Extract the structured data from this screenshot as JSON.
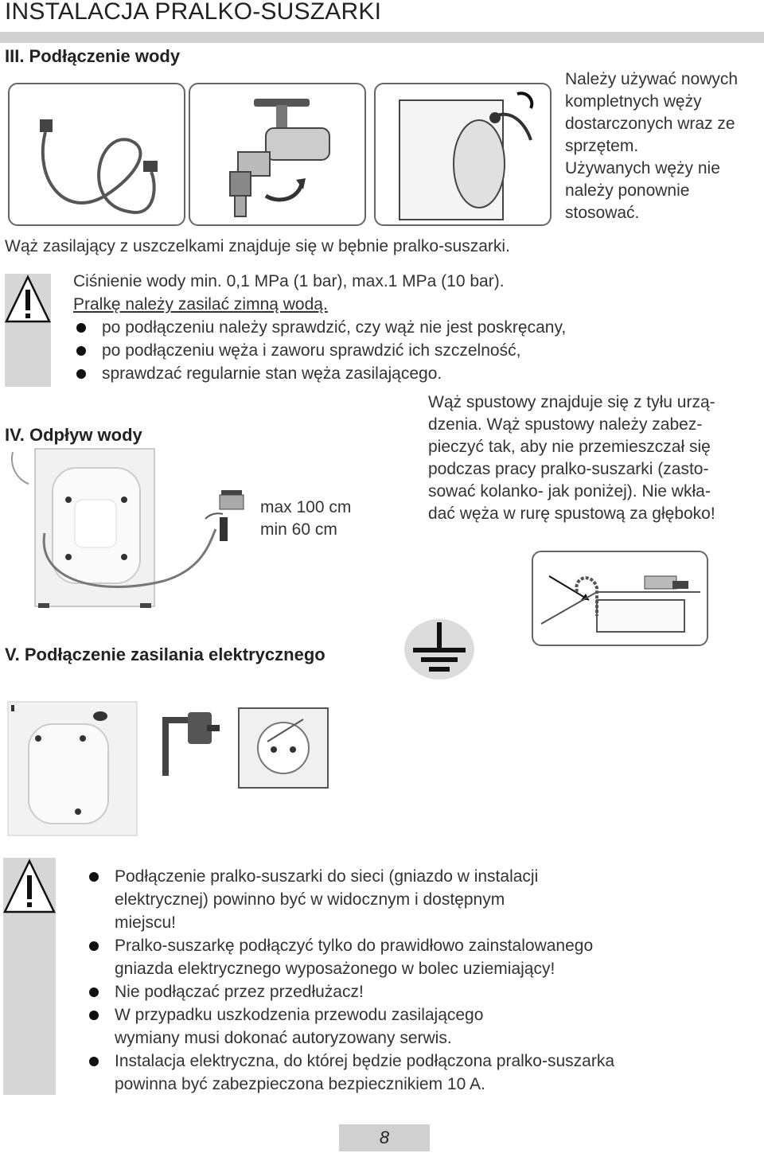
{
  "header": {
    "title": "INSTALACJA PRALKO-SUSZARKI"
  },
  "section3": {
    "heading": "III. Podłączenie wody",
    "note_lines": [
      "Należy używać nowych",
      "kompletnych węży",
      "dostarczonych wraz ze",
      "sprzętem.",
      "Używanych węży nie",
      "należy ponownie",
      "stosować."
    ],
    "caption": "Wąż zasilający z uszczelkami znajduje się w bębnie pralko-suszarki.",
    "pressure": "Ciśnienie wody min. 0,1 MPa (1 bar), max.1 MPa (10 bar).",
    "cold_water": "Pralkę należy zasilać zimną wodą.",
    "bullets": [
      "po podłączeniu należy sprawdzić, czy wąż nie jest poskręcany,",
      "po podłączeniu węża i zaworu sprawdzić ich szczelność,",
      "sprawdzać regularnie stan węża zasilającego."
    ]
  },
  "section4": {
    "heading": "IV. Odpływ wody",
    "max_height": "max 100 cm",
    "min_height": "min 60 cm",
    "drain_lines": [
      "Wąż spustowy znajduje się z tyłu urzą-",
      "dzenia. Wąż spustowy należy zabez-",
      "pieczyć tak, aby nie przemieszczał się",
      "podczas pracy pralko-suszarki (zasto-",
      "sować kolanko- jak poniżej). Nie wkła-",
      "dać węża w rurę spustową za głęboko!"
    ]
  },
  "section5": {
    "heading": "V. Podłączenie zasilania elektrycznego",
    "warnings": [
      [
        "Podłączenie pralko-suszarki do sieci (gniazdo w instalacji",
        "elektrycznej) powinno być w widocznym i dostępnym",
        "miejscu!"
      ],
      [
        "Pralko-suszarkę podłączyć tylko do prawidłowo zainstalowanego",
        "gniazda elektrycznego wyposażonego w bolec uziemiający!"
      ],
      [
        "Nie podłączać przez przedłużacz!"
      ],
      [
        "W przypadku uszkodzenia przewodu zasilającego",
        "wymiany musi dokonać autoryzowany serwis."
      ],
      [
        "Instalacja elektryczna, do której będzie podłączona pralko-suszarka",
        "powinna być zabezpieczona bezpiecznikiem 10 A."
      ]
    ]
  },
  "footer": {
    "page_number": "8"
  },
  "icons": [
    "hose-icon",
    "tap-icon",
    "washer-back-icon",
    "warning-icon",
    "drain-washer-icon",
    "sink-icon",
    "ground-symbol-icon",
    "power-plug-icon",
    "wall-socket-icon"
  ]
}
